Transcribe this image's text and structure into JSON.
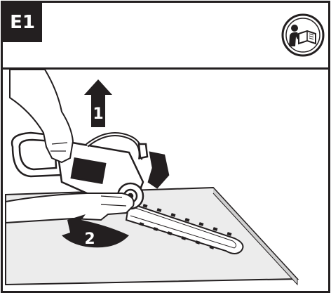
{
  "step": {
    "label": "E1"
  },
  "header": {
    "icon": "read-manual-icon"
  },
  "arrows": [
    {
      "number": "1",
      "direction": "up",
      "icon": "arrow-up-icon"
    },
    {
      "number": "2",
      "direction": "rotate",
      "icon": "curved-arrow-icon"
    }
  ],
  "colors": {
    "ink": "#231f20",
    "paper": "#ffffff",
    "table": "#ececec"
  }
}
